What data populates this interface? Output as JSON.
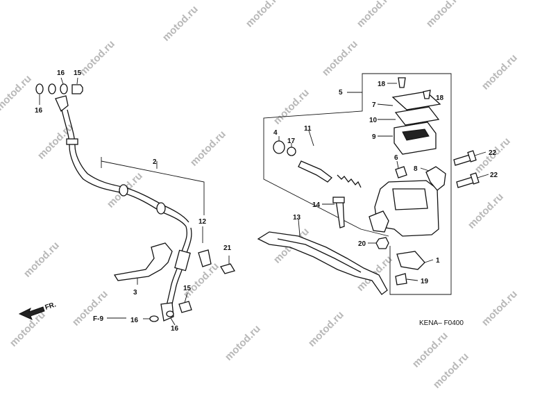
{
  "diagram": {
    "code": "KENA– F0400",
    "watermark": "motod.ru",
    "fr_label": "FR.",
    "ref_label": "F-9",
    "callouts": {
      "c1": "1",
      "c2": "2",
      "c3": "3",
      "c4": "4",
      "c5": "5",
      "c6": "6",
      "c7": "7",
      "c8": "8",
      "c9": "9",
      "c10": "10",
      "c11": "11",
      "c12": "12",
      "c13": "13",
      "c14": "14",
      "c15a": "15",
      "c15b": "15",
      "c16a": "16",
      "c16b": "16",
      "c16c": "16",
      "c16d": "16",
      "c17": "17",
      "c18a": "18",
      "c18b": "18",
      "c19": "19",
      "c20": "20",
      "c21": "21",
      "c22a": "22",
      "c22b": "22"
    }
  }
}
